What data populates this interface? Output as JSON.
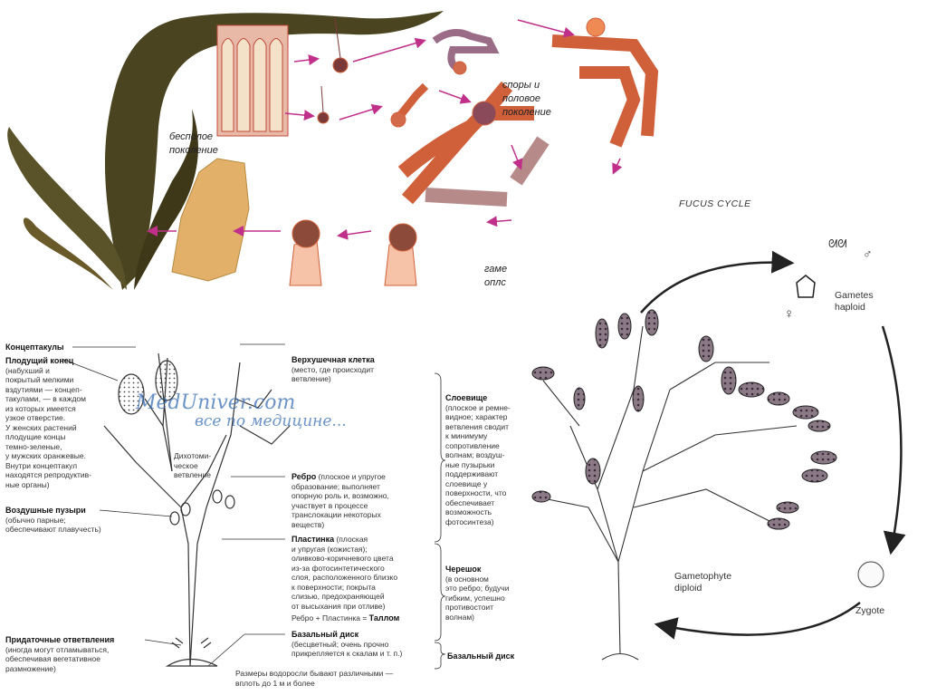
{
  "kelp_cycle": {
    "label_asexual": [
      "бесполое",
      "поколение"
    ],
    "label_spores": [
      "споры и",
      "половое",
      "поколение"
    ],
    "label_gametes_cut": [
      "гаме",
      "оплс"
    ],
    "colors": {
      "kelp": "#4a4420",
      "spores": "#f08a55",
      "arrow": "#c0308a"
    }
  },
  "fucus_anatomy": {
    "watermark": [
      "MedUniver.com",
      "все по медицине..."
    ],
    "conceptacles": "Концептакулы",
    "fertile_tip_title": "Плодущий конец",
    "fertile_tip_desc": [
      "(набухший и",
      "покрытый мелкими",
      "вздутиями — концеп-",
      "такулами, — в каждом",
      "из которых имеется",
      "узкое отверстие.",
      "У женских растений",
      "плодущие концы",
      "темно-зеленые,",
      "у мужских оранжевые.",
      "Внутри концептакул",
      "находятся репродуктив-",
      "ные органы)"
    ],
    "air_bladders_title": "Воздушные пузыри",
    "air_bladders_desc": [
      "(обычно парные;",
      "обеспечивают плавучесть)"
    ],
    "adventitious_title": "Придаточные ответвления",
    "adventitious_desc": [
      "(иногда могут отламываться,",
      "обеспечивая вегетативное",
      "размножение)"
    ],
    "dichotomous": [
      "Дихотоми-",
      "ческое",
      "ветвление"
    ],
    "apical_title": "Верхушечная клетка",
    "apical_desc": [
      "(место, где происходит",
      "ветвление)"
    ],
    "midrib_title": "Ребро",
    "midrib_desc": [
      " (плоское и упругое",
      "образование; выполняет",
      "опорную роль и, возможно,",
      "участвует в процессе",
      "транслокации некоторых",
      "веществ)"
    ],
    "lamina_title": "Пластинка",
    "lamina_desc": [
      " (плоская",
      "и упругая (кожистая);",
      "оливково-коричневого цвета",
      "из-за фотосинтетического",
      "слоя, расположенного близко",
      "к поверхности; покрыта",
      "слизью, предохраняющей",
      "от высыхания при отливе)"
    ],
    "thallus_eq": "Ребро + Пластинка = ",
    "thallus_word": "Таллом",
    "holdfast_title": "Базальный диск",
    "holdfast_desc": [
      "(бесцветный; очень прочно",
      "прикрепляется к скалам и т. п.)"
    ],
    "size_note": [
      "Размеры водоросли бывают различными —",
      "вплоть до 1 м и более"
    ],
    "thallus_title": "Слоевище",
    "thallus_desc": [
      "(плоское и ремне-",
      "видное; характер",
      "ветвления сводит",
      "к минимуму",
      "сопротивление",
      "волнам; воздуш-",
      "ные пузырьки",
      "поддерживают",
      "слоевище у",
      "поверхности, что",
      "обеспечивает",
      "возможность",
      "фотосинтеза)"
    ],
    "stipe_title": "Черешок",
    "stipe_desc": [
      "(в основном",
      "это ребро; будучи",
      "гибким, успешно",
      "противостоит",
      "волнам)"
    ],
    "holdfast_right": "Базальный диск"
  },
  "fucus_cycle": {
    "title": "FUCUS CYCLE",
    "gametes": [
      "Gametes",
      "haploid"
    ],
    "zygote": "Zygote",
    "gametophyte": [
      "Gametophyte",
      "diploid"
    ],
    "female_symbol": "♀",
    "male_symbol": "♂"
  }
}
